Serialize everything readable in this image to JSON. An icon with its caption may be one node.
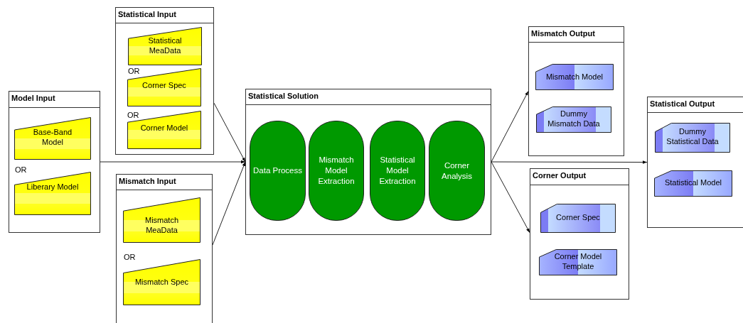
{
  "diagram": {
    "nodes": [
      {
        "text": [
          "Statistical Input"
        ]
      },
      {
        "text": [
          "Statistical MeaData"
        ],
        "in": 0
      },
      {
        "text": [
          "Corner Spec"
        ],
        "in": 0
      },
      {
        "text": [
          "Corner Model"
        ],
        "in": 0
      },
      {
        "text": [
          "Model Input"
        ]
      },
      {
        "text": [
          "Base-Band Model"
        ],
        "in": 4
      },
      {
        "text": [
          "Liberary Model"
        ],
        "in": 4
      },
      {
        "text": [
          "Mismatch Input"
        ]
      },
      {
        "text": [
          "Mismatch MeaData"
        ],
        "in": 7
      },
      {
        "text": [
          "Mismatch Spec"
        ],
        "in": 7
      },
      {
        "text": [
          "Statistical Solution"
        ]
      },
      {
        "text": [
          "Data Process"
        ],
        "in": 10
      },
      {
        "text": [
          "Mismatch Model Extraction"
        ],
        "in": 10
      },
      {
        "text": [
          "Statistical Model Extraction"
        ],
        "in": 10
      },
      {
        "text": [
          "Corner Analysis"
        ],
        "in": 10
      },
      {
        "text": [
          "Mismatch Output"
        ]
      },
      {
        "text": [
          "Mismatch Model"
        ],
        "in": 15
      },
      {
        "text": [
          "Dummy Mismatch Data"
        ],
        "in": 15
      },
      {
        "text": [
          "Corner Output"
        ]
      },
      {
        "text": [
          "Corner Spec"
        ],
        "in": 18
      },
      {
        "text": [
          "Corner Model Template"
        ],
        "in": 18
      },
      {
        "text": [
          "Statistical Output"
        ]
      },
      {
        "text": [
          "Dummy Statistical Data"
        ],
        "in": 21
      },
      {
        "text": [
          "Statistical Model"
        ],
        "in": 21
      }
    ],
    "edges": [
      {
        "from": 0,
        "to": 10,
        "arrow": "to"
      },
      {
        "from": 4,
        "to": 10,
        "arrow": "to"
      },
      {
        "from": 7,
        "to": 10,
        "arrow": "to"
      },
      {
        "from": 10,
        "to": 15,
        "arrow": "to"
      },
      {
        "from": 10,
        "to": 21,
        "arrow": "to"
      },
      {
        "from": 10,
        "to": 18,
        "arrow": "to"
      }
    ],
    "labels": [
      "OR",
      "OR",
      "OR",
      "OR"
    ]
  }
}
